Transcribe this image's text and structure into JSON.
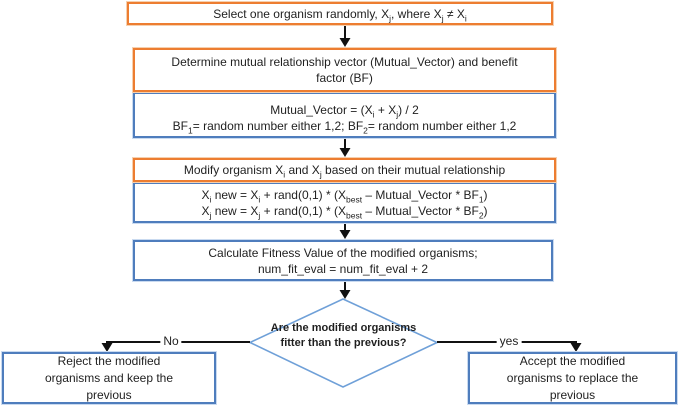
{
  "colors": {
    "orange_border": "#ED7D31",
    "orange_halo": "#F6D0AE",
    "blue_border": "#4F7DBD",
    "blue_halo": "#C9DAF0",
    "diamond_border": "#6FA0D8",
    "connector": "#111111",
    "text": "#1F1F1F"
  },
  "nodes": {
    "select": {
      "lines": [
        [
          {
            "t": "Select one organism randomly, X"
          },
          {
            "t": "j",
            "s": true
          },
          {
            "t": ", where X"
          },
          {
            "t": "j",
            "s": true
          },
          {
            "t": " ≠ X"
          },
          {
            "t": "i",
            "s": true
          }
        ]
      ]
    },
    "determine": {
      "lines": [
        [
          {
            "t": "Determine mutual relationship vector (Mutual_Vector) and benefit"
          }
        ],
        [
          {
            "t": "factor (BF)"
          }
        ]
      ]
    },
    "mutual_formula": {
      "lines": [
        [
          {
            "t": "Mutual_Vector = (X"
          },
          {
            "t": "i",
            "s": true
          },
          {
            "t": " + X"
          },
          {
            "t": "j",
            "s": true
          },
          {
            "t": ") / 2"
          }
        ],
        [
          {
            "t": "BF"
          },
          {
            "t": "1",
            "s": true
          },
          {
            "t": "= random number either 1,2; BF"
          },
          {
            "t": "2",
            "s": true
          },
          {
            "t": "= random number either 1,2"
          }
        ]
      ]
    },
    "modify": {
      "lines": [
        [
          {
            "t": "Modify organism X"
          },
          {
            "t": "i",
            "s": true
          },
          {
            "t": " and X"
          },
          {
            "t": "j",
            "s": true
          },
          {
            "t": " based on their mutual relationship"
          }
        ]
      ]
    },
    "modify_formula": {
      "lines": [
        [
          {
            "t": "X"
          },
          {
            "t": "i",
            "s": true
          },
          {
            "t": " new = X"
          },
          {
            "t": "i",
            "s": true
          },
          {
            "t": " + rand(0,1) * (X"
          },
          {
            "t": "best",
            "s": true
          },
          {
            "t": " – Mutual_Vector * BF"
          },
          {
            "t": "1",
            "s": true
          },
          {
            "t": ")"
          }
        ],
        [
          {
            "t": "X"
          },
          {
            "t": "j",
            "s": true
          },
          {
            "t": " new = X"
          },
          {
            "t": "j",
            "s": true
          },
          {
            "t": " + rand(0,1) * (X"
          },
          {
            "t": "best",
            "s": true
          },
          {
            "t": " – Mutual_Vector * BF"
          },
          {
            "t": "2",
            "s": true
          },
          {
            "t": ")"
          }
        ]
      ]
    },
    "fitness": {
      "lines": [
        [
          {
            "t": "Calculate Fitness Value of the modified organisms;"
          }
        ],
        [
          {
            "t": "num_fit_eval = num_fit_eval + 2"
          }
        ]
      ]
    },
    "decision": {
      "lines": [
        [
          {
            "t": "Are the modified organisms"
          }
        ],
        [
          {
            "t": "fitter than the previous?"
          }
        ]
      ]
    },
    "reject": {
      "lines": [
        [
          {
            "t": "Reject the modified"
          }
        ],
        [
          {
            "t": "organisms and keep the"
          }
        ],
        [
          {
            "t": "previous"
          }
        ]
      ]
    },
    "accept": {
      "lines": [
        [
          {
            "t": "Accept the modified"
          }
        ],
        [
          {
            "t": "organisms to replace the"
          }
        ],
        [
          {
            "t": "previous"
          }
        ]
      ]
    }
  },
  "edge_labels": {
    "no": "No",
    "yes": "yes"
  }
}
